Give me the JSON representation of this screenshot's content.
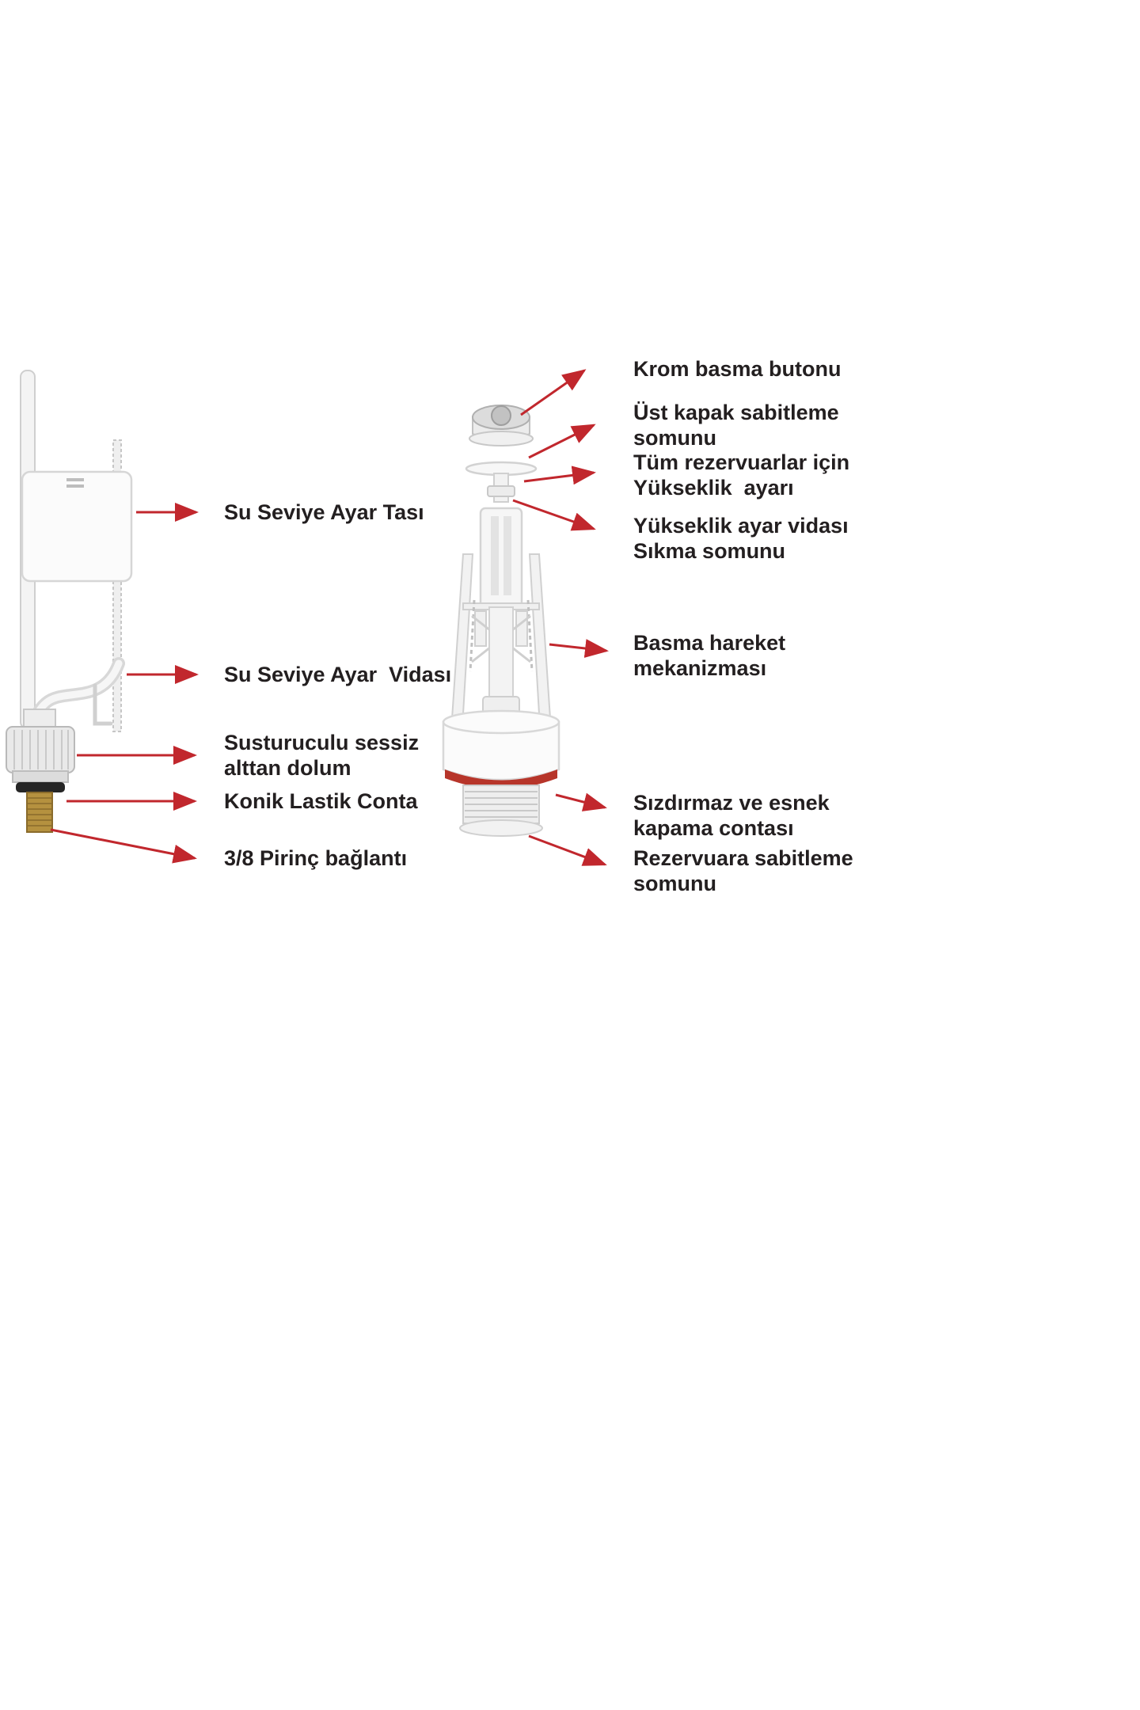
{
  "diagram": {
    "title": "",
    "colors": {
      "arrow_red": "#c1272d",
      "text": "#231f20",
      "gasket_black": "#1f1f1f",
      "gasket_red": "#b7352a",
      "brass": "#b5913f",
      "chrome": "#c9c9c9",
      "plastic_white": "#f7f7f7"
    }
  },
  "labels": {
    "left": [
      {
        "lines": [
          "Su Seviye Ayar Tası"
        ]
      },
      {
        "lines": [
          "Su Seviye Ayar  Vidası"
        ]
      },
      {
        "lines": [
          "Susturuculu sessiz",
          "alttan dolum"
        ]
      },
      {
        "lines": [
          "Konik Lastik Conta"
        ]
      },
      {
        "lines": [
          "3/8 Pirinç bağlantı"
        ]
      }
    ],
    "right": [
      {
        "lines": [
          "Krom basma butonu"
        ]
      },
      {
        "lines": [
          "Üst kapak sabitleme",
          "somunu"
        ]
      },
      {
        "lines": [
          "Tüm rezervuarlar için",
          "Yükseklik  ayarı"
        ]
      },
      {
        "lines": [
          "Yükseklik ayar vidası",
          "Sıkma somunu"
        ]
      },
      {
        "lines": [
          "Basma hareket",
          "mekanizması"
        ]
      },
      {
        "lines": [
          "Sızdırmaz ve esnek",
          "kapama contası"
        ]
      },
      {
        "lines": [
          "Rezervuara sabitleme",
          "somunu"
        ]
      }
    ]
  }
}
